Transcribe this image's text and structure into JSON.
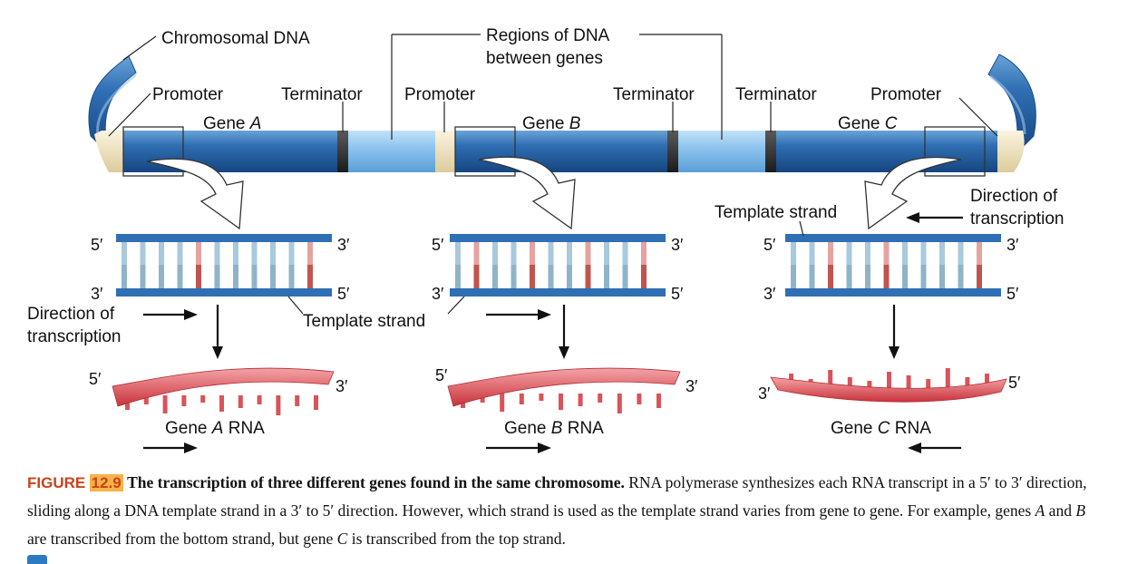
{
  "labels": {
    "chromosomal_dna": "Chromosomal DNA",
    "regions_line1": "Regions of DNA",
    "regions_line2": "between genes",
    "promoter": "Promoter",
    "terminator": "Terminator",
    "template_strand": "Template strand",
    "direction_line1": "Direction of",
    "direction_line2": "transcription",
    "five_prime": "5′",
    "three_prime": "3′"
  },
  "genes": [
    {
      "name": "Gene",
      "letter": "A",
      "rna_prefix": "Gene",
      "rna_letter": "A",
      "rna_suffix": "RNA"
    },
    {
      "name": "Gene",
      "letter": "B",
      "rna_prefix": "Gene",
      "rna_letter": "B",
      "rna_suffix": "RNA"
    },
    {
      "name": "Gene",
      "letter": "C",
      "rna_prefix": "Gene",
      "rna_letter": "C",
      "rna_suffix": "RNA"
    }
  ],
  "caption": {
    "figure_word": "FIGURE",
    "figure_number": "12.9",
    "title": "The transcription of three different genes found in the same chromosome.",
    "s1": "RNA polymerase synthesizes each RNA transcript in a 5′ to 3′ direction, sliding along a DNA template strand in a 3′ to 5′ direction. However, which strand is used as the template strand varies from gene to gene. For example, genes",
    "geneA": "A",
    "and": "and",
    "geneB": "B",
    "s2": "are transcribed from the bottom strand, but gene",
    "geneC": "C",
    "s3": "is transcribed from the top strand."
  },
  "colors": {
    "gene_blue": "#2f6fb3",
    "spacer_blue": "#8ec5ee",
    "promoter_cream": "#f3e6c4",
    "terminator_dark": "#2b2b2b",
    "rna_red": "#d9535a",
    "figure_orange": "#c8431c"
  }
}
